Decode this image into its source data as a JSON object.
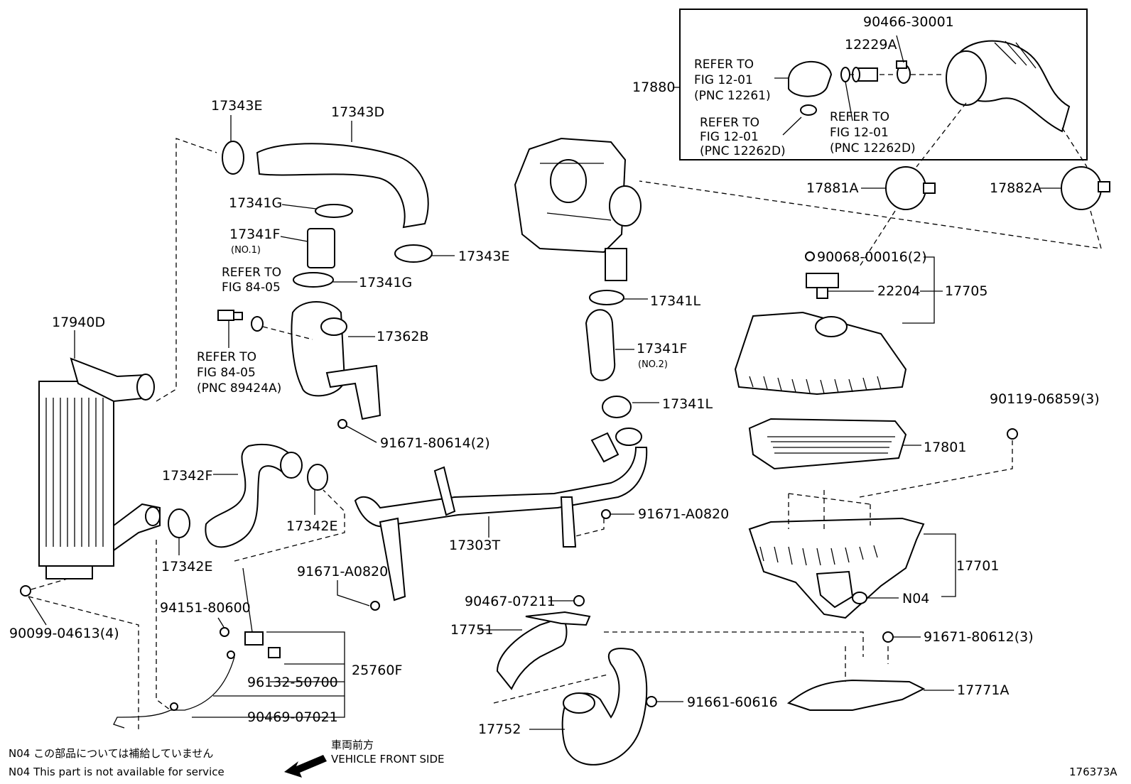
{
  "labels": {
    "p17880": "17880",
    "p90466_30001": "90466-30001",
    "p12229A": "12229A",
    "ref_fig1201_a": "REFER TO",
    "ref_fig1201_a2": "FIG 12-01",
    "ref_pnc12261": "(PNC 12261)",
    "ref_fig1201_b": "REFER TO",
    "ref_fig1201_b2": "FIG 12-01",
    "ref_pnc12262d_b": "(PNC 12262D)",
    "ref_fig1201_c": "REFER TO",
    "ref_fig1201_c2": "FIG 12-01",
    "ref_pnc12262d_c": "(PNC 12262D)",
    "p17881A": "17881A",
    "p17882A": "17882A",
    "p17343E_top": "17343E",
    "p17343D": "17343D",
    "p17341G_top": "17341G",
    "p17341F_no1": "17341F",
    "p17341F_no1_sub": "(NO.1)",
    "p17343E_mid": "17343E",
    "ref_fig8405_a": "REFER TO",
    "ref_fig8405_a2": "FIG 84-05",
    "p17341G_mid": "17341G",
    "p17362B": "17362B",
    "p17940D": "17940D",
    "ref_fig8405_b": "REFER TO",
    "ref_fig8405_b2": "FIG 84-05",
    "ref_pnc89424a": "(PNC 89424A)",
    "p91671_80614": "91671-80614(2)",
    "p17341L_top": "17341L",
    "p17341F_no2": "17341F",
    "p17341F_no2_sub": "(NO.2)",
    "p17341L_bot": "17341L",
    "p90068_00016": "90068-00016(2)",
    "p22204": "22204",
    "p17705": "17705",
    "p90119_06859": "90119-06859(3)",
    "p17801": "17801",
    "p17342F": "17342F",
    "p17342E_left": "17342E",
    "p17342E_right": "17342E",
    "p17303T": "17303T",
    "p91671_A0820_a": "91671-A0820",
    "p91671_A0820_b": "91671-A0820",
    "p17701": "17701",
    "pN04": "N04",
    "p90099_04613": "90099-04613(4)",
    "p94151_80600": "94151-80600",
    "p90467_07211": "90467-07211",
    "p17751": "17751",
    "p91671_80612": "91671-80612(3)",
    "p25760F": "25760F",
    "p96132_50700": "96132-50700",
    "p17771A": "17771A",
    "p91661_60616": "91661-60616",
    "p90469_07021": "90469-07021",
    "p17752": "17752"
  },
  "notes": {
    "n04_jp": "N04 この部品については補給していません",
    "n04_en": "N04 This part is not available for service",
    "front_jp": "車両前方",
    "front_en": "VEHICLE FRONT SIDE",
    "figure_id": "176373A"
  },
  "icons": {
    "front_arrow": "front-arrow-icon"
  }
}
